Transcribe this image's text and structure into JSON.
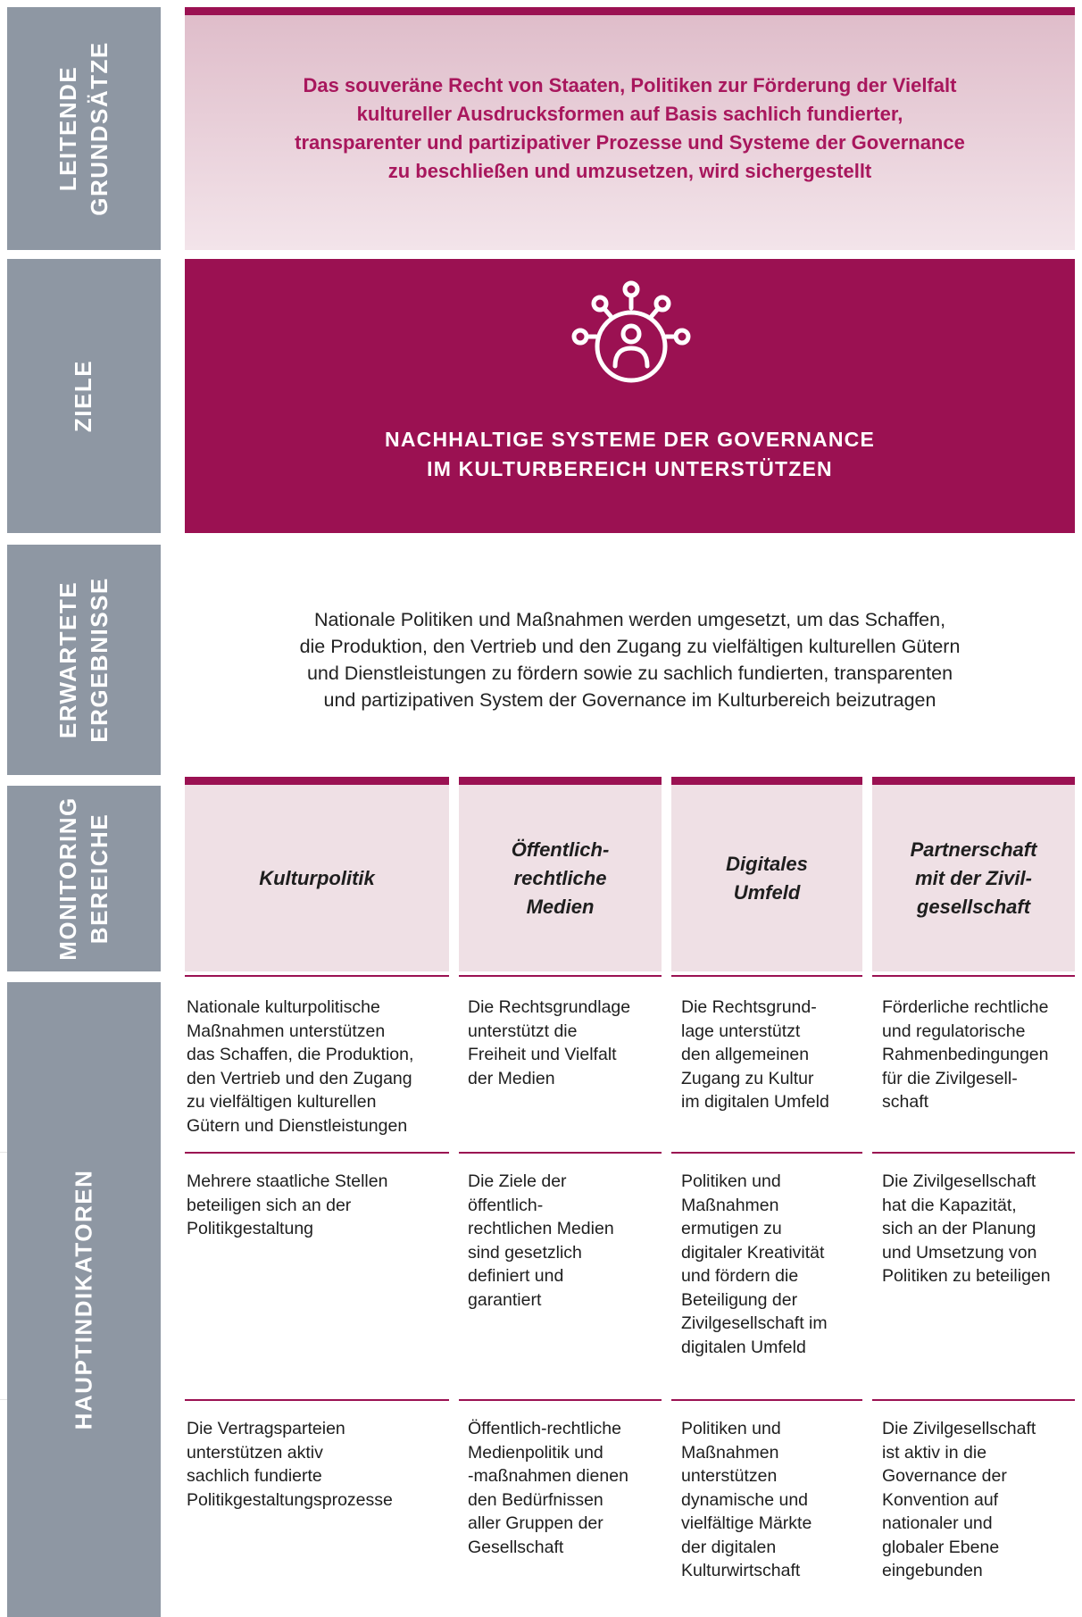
{
  "sections": {
    "principles_label": [
      "LEITENDE",
      "GRUNDSÄTZE"
    ],
    "goals_label": [
      "ZIELE"
    ],
    "results_label": [
      "ERWARTETE",
      "ERGEBNISSE"
    ],
    "monitoring_label": [
      "MONITORING",
      "BEREICHE"
    ],
    "indicators_label": [
      "HAUPTINDIKATOREN"
    ]
  },
  "principles": {
    "lines": [
      "Das souveräne Recht von Staaten, Politiken zur Förderung der Vielfalt",
      "kultureller Ausdrucksformen auf Basis sachlich fundierter,",
      "transparenter und partizipativer Prozesse und Systeme der Governance",
      "zu beschließen und umzusetzen, wird sichergestellt"
    ]
  },
  "goal": {
    "icon": "governance-network-icon",
    "lines": [
      "NACHHALTIGE SYSTEME DER GOVERNANCE",
      "IM KULTURBEREICH UNTERSTÜTZEN"
    ]
  },
  "results": {
    "lines": [
      "Nationale Politiken und Maßnahmen werden umgesetzt, um das Schaffen,",
      "die Produktion, den Vertrieb und den Zugang zu vielfältigen kulturellen Gütern",
      "und Dienstleistungen zu fördern sowie zu sachlich fundierten, transparenten",
      "und partizipativen System der Governance im Kulturbereich beizutragen"
    ]
  },
  "areas": [
    {
      "lines": [
        "Kulturpolitik"
      ]
    },
    {
      "lines": [
        "Öffentlich-",
        "rechtliche",
        "Medien"
      ]
    },
    {
      "lines": [
        "Digitales",
        "Umfeld"
      ]
    },
    {
      "lines": [
        "Partnerschaft",
        "mit der Zivil-",
        "gesellschaft"
      ]
    }
  ],
  "indicators": [
    [
      [
        "Nationale kulturpolitische",
        "Maßnahmen unterstützen",
        "das Schaffen, die Produktion,",
        "den Vertrieb und den Zugang",
        "zu vielfältigen kulturellen",
        "Gütern und Dienstleistungen"
      ],
      [
        "Die Rechtsgrundlage",
        "unterstützt die",
        "Freiheit und Vielfalt",
        "der Medien"
      ],
      [
        "Die Rechtsgrund-",
        "lage unterstützt",
        "den allgemeinen",
        "Zugang zu Kultur",
        "im digitalen Umfeld"
      ],
      [
        "Förderliche rechtliche",
        "und regulatorische",
        "Rahmenbedingungen",
        "für die Zivilgesell-",
        "schaft"
      ]
    ],
    [
      [
        "Mehrere staatliche Stellen",
        "beteiligen sich an der",
        "Politikgestaltung"
      ],
      [
        "Die Ziele der",
        "öffentlich-",
        "rechtlichen Medien",
        "sind gesetzlich",
        "definiert und",
        "garantiert"
      ],
      [
        "Politiken und",
        "Maßnahmen",
        "ermutigen zu",
        "digitaler Kreativität",
        "und fördern die",
        "Beteiligung der",
        "Zivilgesellschaft im",
        "digitalen Umfeld"
      ],
      [
        "Die Zivilgesellschaft",
        "hat die Kapazität,",
        "sich an der Planung",
        "und Umsetzung von",
        "Politiken zu beteiligen"
      ]
    ],
    [
      [
        "Die Vertragsparteien",
        "unterstützen aktiv",
        "sachlich fundierte",
        "Politikgestaltungsprozesse"
      ],
      [
        "Öffentlich-rechtliche",
        "Medienpolitik und",
        "-maßnahmen dienen",
        "den Bedürfnissen",
        "aller Gruppen der",
        "Gesellschaft"
      ],
      [
        "Politiken und",
        "Maßnahmen",
        "unterstützen",
        "dynamische und",
        "vielfältige Märkte",
        "der digitalen",
        "Kulturwirtschaft"
      ],
      [
        "Die Zivilgesellschaft",
        "ist aktiv in die",
        "Governance der",
        "Konvention auf",
        "nationaler und",
        "globaler Ebene",
        "eingebunden"
      ]
    ]
  ],
  "colors": {
    "accent": "#9b1152",
    "principles_text": "#a8175d",
    "sidebar": "#8e97a3",
    "area_bg": "#efe0e5"
  }
}
